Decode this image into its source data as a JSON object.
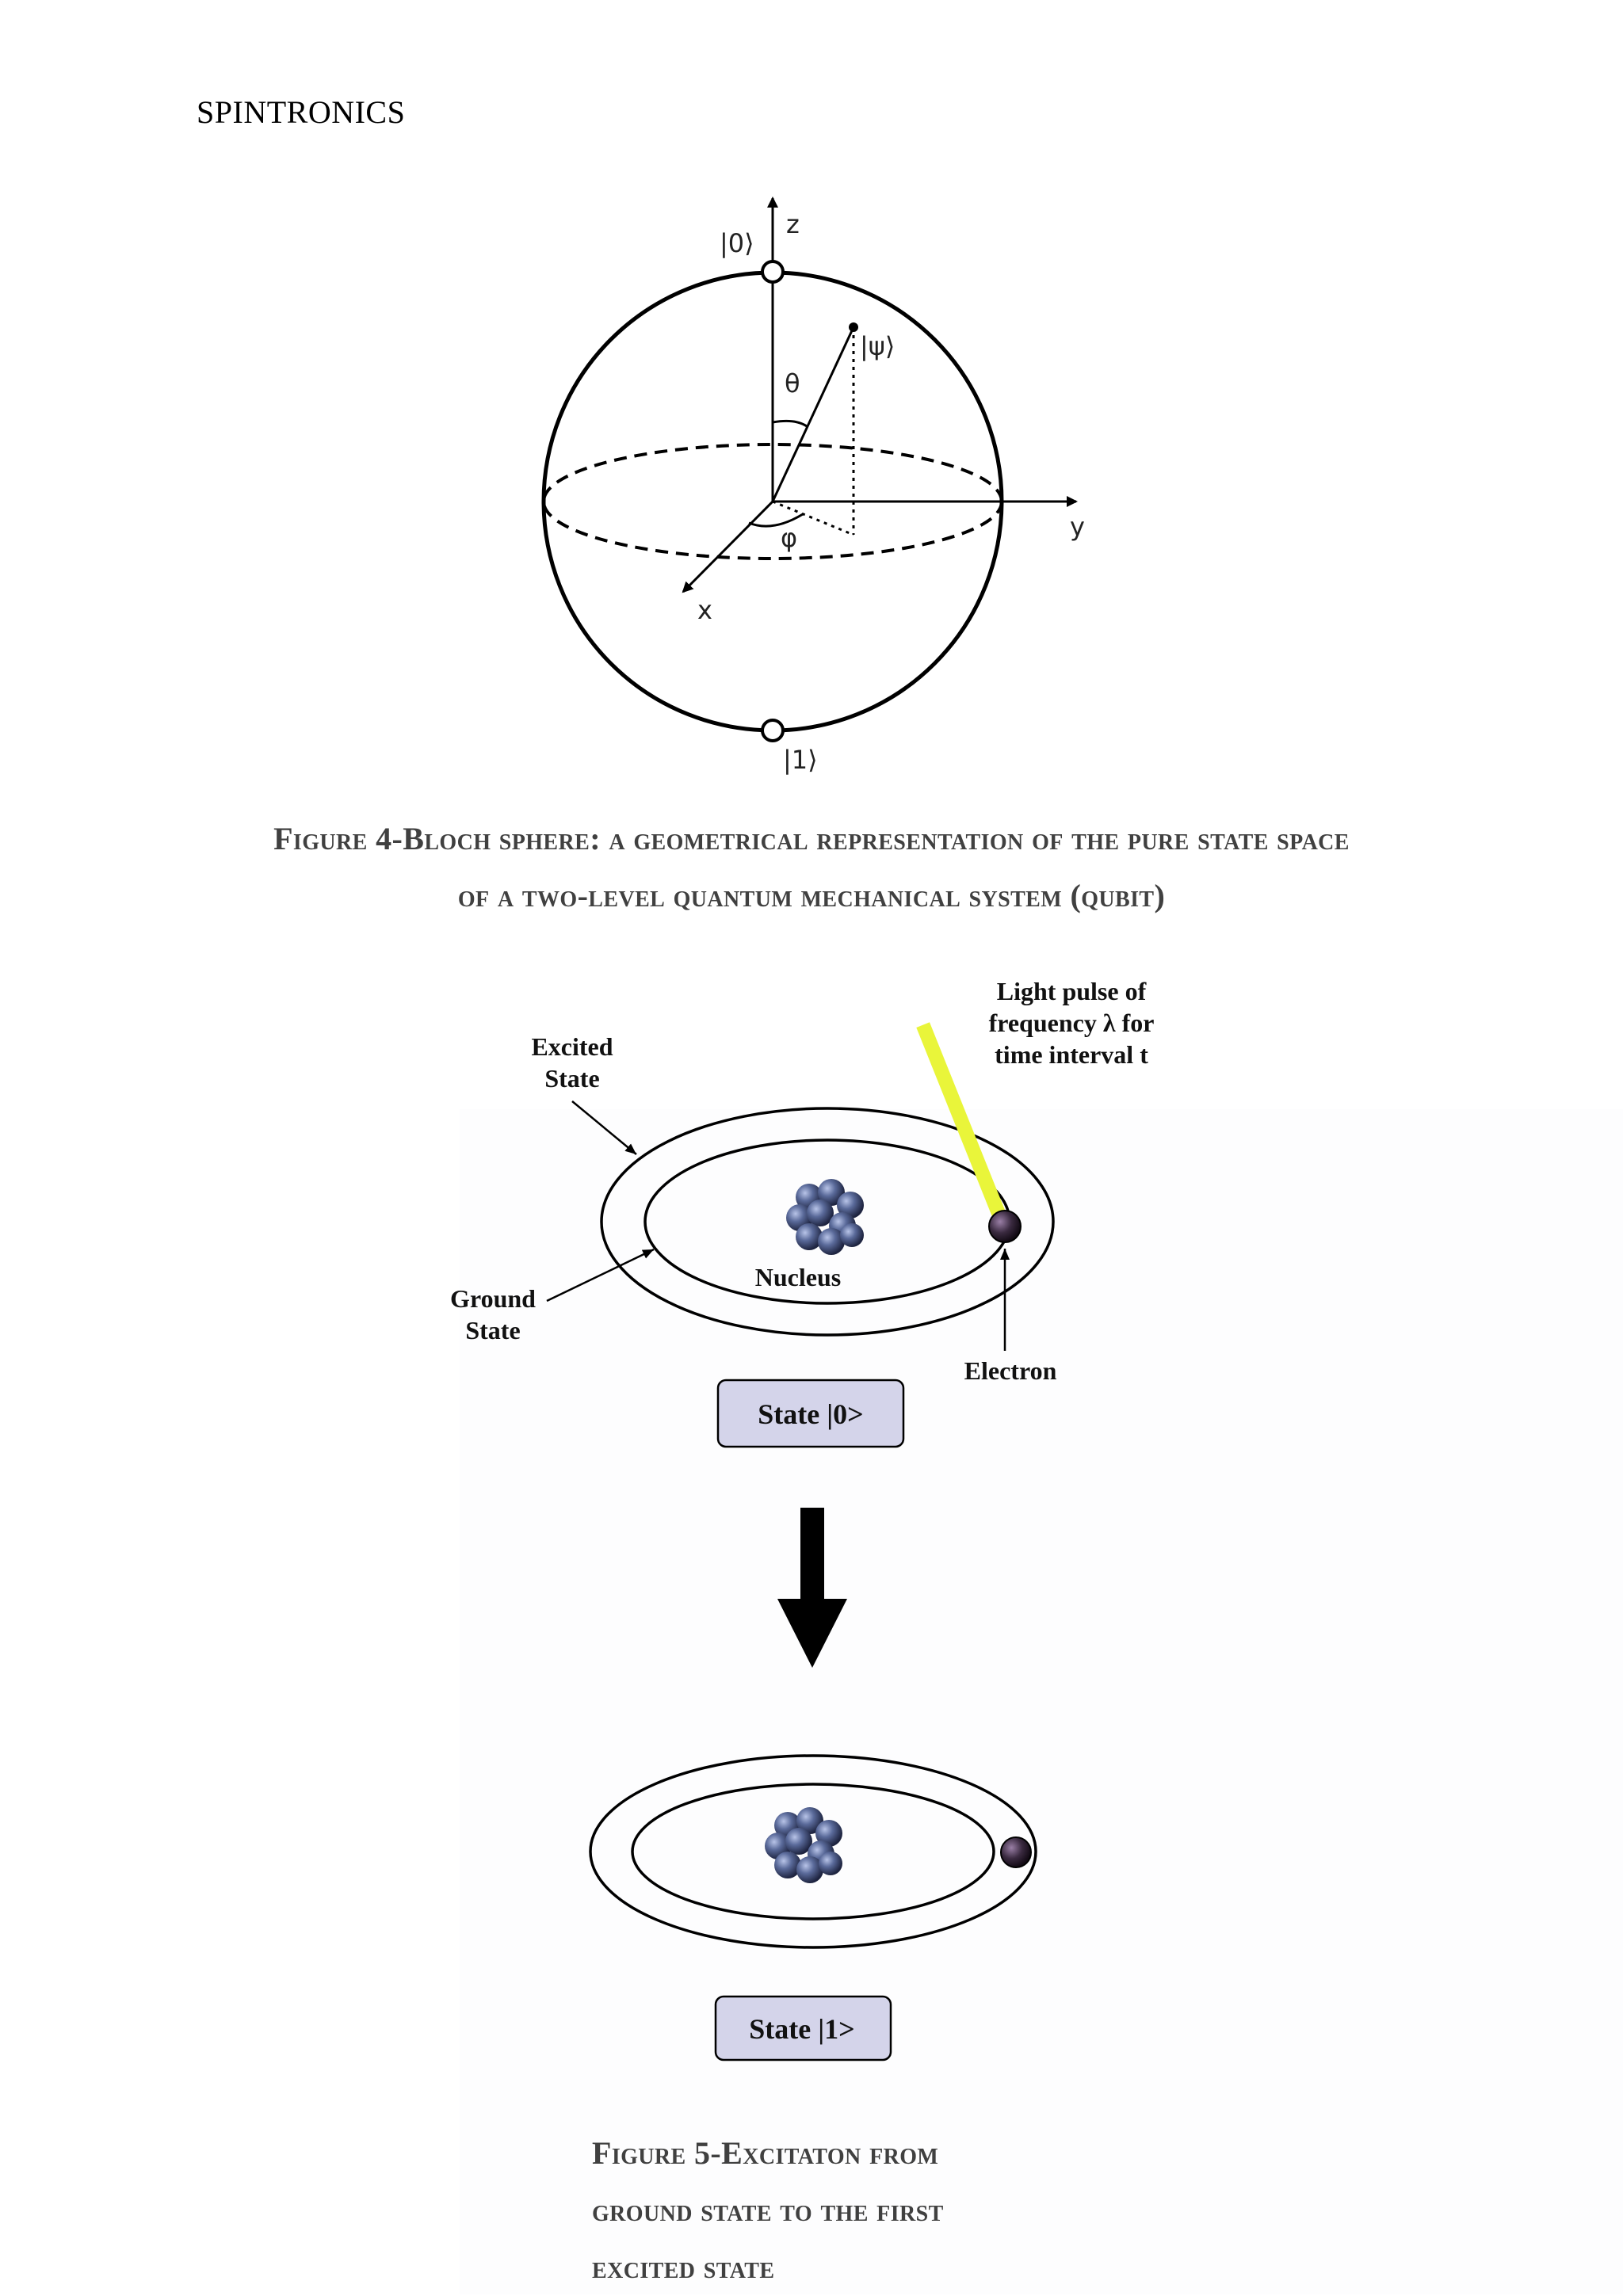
{
  "header": {
    "running_title": "SPINTRONICS"
  },
  "figure4": {
    "labels": {
      "ket0": "|0⟩",
      "ket1": "|1⟩",
      "psi": "|ψ⟩",
      "theta": "θ",
      "phi": "φ",
      "axis_x": "x",
      "axis_y": "y",
      "axis_z": "z"
    },
    "caption_line1": "Figure 4-Bloch sphere: a geometrical representation of the pure state space",
    "caption_line2": "of a two-level quantum mechanical system (qubit)"
  },
  "figure5": {
    "labels": {
      "light_pulse_1": "Light pulse of",
      "light_pulse_2": "frequency λ for",
      "light_pulse_3": "time interval t",
      "excited_1": "Excited",
      "excited_2": "State",
      "ground_1": "Ground",
      "ground_2": "State",
      "nucleus": "Nucleus",
      "electron": "Electron",
      "state0": "State |0>",
      "state1": "State |1>"
    },
    "caption_line1": "Figure 5-Excitaton from",
    "caption_line2": "ground state to the first",
    "caption_line3": "excited state"
  },
  "colors": {
    "light_pulse": "#e9f53a",
    "state_box_fill": "#d4d4ea",
    "nucleus": "#5a6a9a",
    "electron": "#3a2a40",
    "caption": "#404040"
  }
}
